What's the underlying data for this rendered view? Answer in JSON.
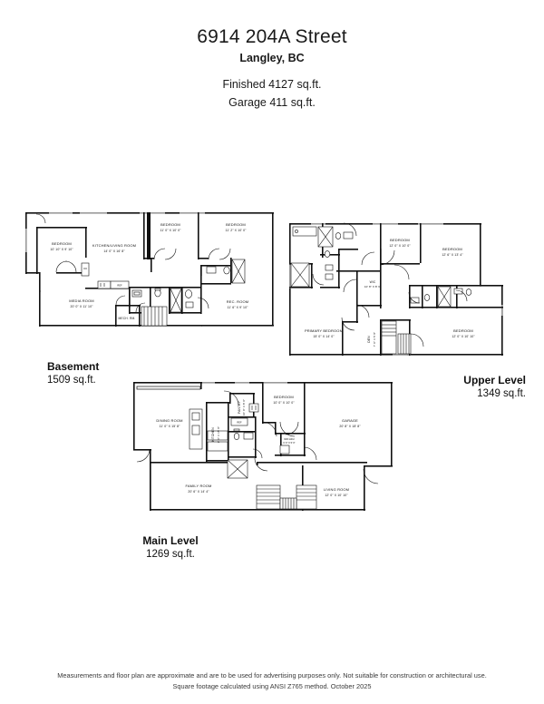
{
  "header": {
    "title": "6914 204A Street",
    "subtitle": "Langley, BC",
    "finished_area": "Finished 4127 sq.ft.",
    "garage_area": "Garage  411 sq.ft."
  },
  "levels": {
    "basement": {
      "name": "Basement",
      "area": "1509 sq.ft.",
      "rooms": [
        {
          "name": "BEDROOM",
          "dim": "10' 10\" X 9' 10\""
        },
        {
          "name": "KITCHEN/LIVING ROOM",
          "dim": "14' 0\" X 16' 8\""
        },
        {
          "name": "BEDROOM",
          "dim": "11' 0\" X 10' 0\""
        },
        {
          "name": "BEDROOM",
          "dim": "11' 2\" X 10' 0\""
        },
        {
          "name": "MEDIA ROOM",
          "dim": "20' 0\" X 11' 10\""
        },
        {
          "name": "REC. ROOM",
          "dim": "11' 6\" X 9' 10\""
        },
        {
          "name": "MECH. RM.",
          "dim": ""
        },
        {
          "name": "REF",
          "dim": ""
        }
      ]
    },
    "upper": {
      "name": "Upper Level",
      "area": "1349 sq.ft.",
      "rooms": [
        {
          "name": "BEDROOM",
          "dim": "12' 0\" X 10' 0\""
        },
        {
          "name": "BEDROOM",
          "dim": "12' 6\" X 13' 4\""
        },
        {
          "name": "WIC",
          "dim": "10' 8\" X 8' 6\""
        },
        {
          "name": "PRIMARY BEDROOM",
          "dim": "15' 0\" X 14' 0\""
        },
        {
          "name": "DEN",
          "dim": "7' 0\" X 5' 8\""
        },
        {
          "name": "BEDROOM",
          "dim": "12' 0\" X 10' 10\""
        }
      ]
    },
    "main": {
      "name": "Main Level",
      "area": "1269 sq.ft.",
      "rooms": [
        {
          "name": "DINING ROOM",
          "dim": "11' 0\" X 15' 8\""
        },
        {
          "name": "KITCHEN",
          "dim": "9' 0\" X 15' 8\""
        },
        {
          "name": "BEDROOM",
          "dim": "10' 0\" X 10' 0\""
        },
        {
          "name": "GARAGE",
          "dim": "20' 8\" X 18' 8\""
        },
        {
          "name": "FAMILY ROOM",
          "dim": "20' 6\" X 14' 4\""
        },
        {
          "name": "LIVING ROOM",
          "dim": "12' 0\" X 10' 10\""
        },
        {
          "name": "PANTRY",
          "dim": "10' 0\" X 8' 0\""
        },
        {
          "name": "W/D HDU",
          "dim": "6' 0\" X 5' 0\""
        },
        {
          "name": "REF",
          "dim": ""
        }
      ]
    }
  },
  "footer": {
    "line1": "Measurements and floor plan are approximate and are to be used for advertising purposes only. Not suitable for construction or architectural use.",
    "line2": "Square footage calculated using ANSI Z765 method. October 2025"
  }
}
